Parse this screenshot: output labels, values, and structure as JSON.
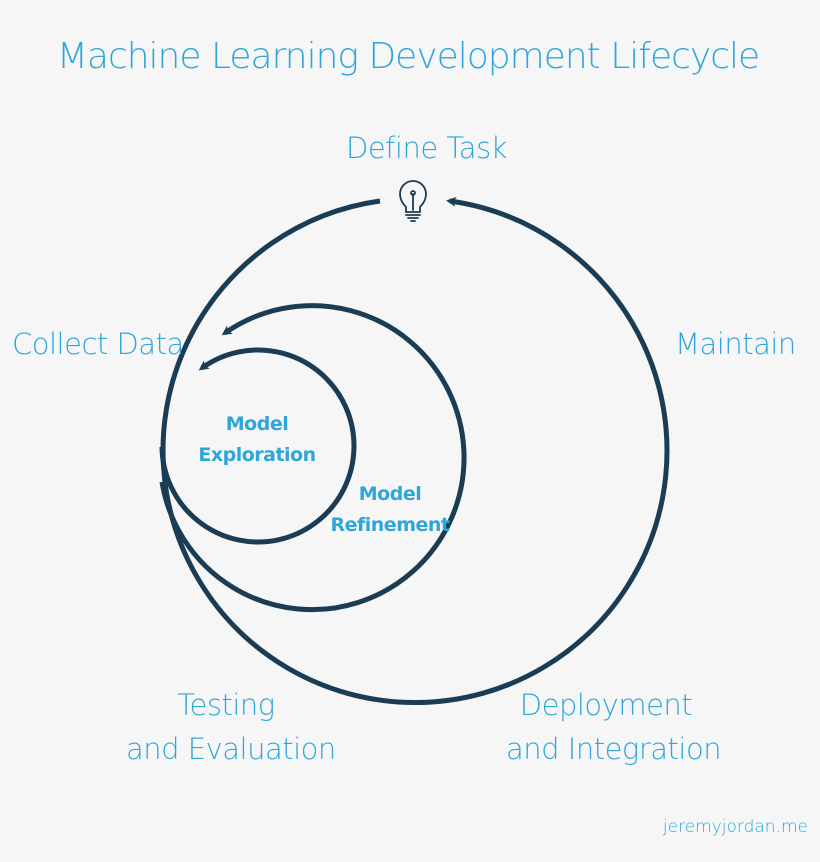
{
  "title": "Machine Learning Development Lifecycle",
  "stages": {
    "define_task": "Define Task",
    "collect_data": "Collect Data",
    "maintain": "Maintain",
    "testing_line1": "Testing",
    "testing_line2": "and Evaluation",
    "deployment_line1": "Deployment",
    "deployment_line2": "and Integration"
  },
  "inner_loops": {
    "exploration_line1": "Model",
    "exploration_line2": "Exploration",
    "refinement_line1": "Model",
    "refinement_line2": "Refinement"
  },
  "credit": "jeremyjordan.me",
  "colors": {
    "text": "#2ea6db",
    "cycle_line": "#1a3d55",
    "background": "#f6f6f7"
  },
  "icons": {
    "define_task": "lightbulb-icon"
  }
}
